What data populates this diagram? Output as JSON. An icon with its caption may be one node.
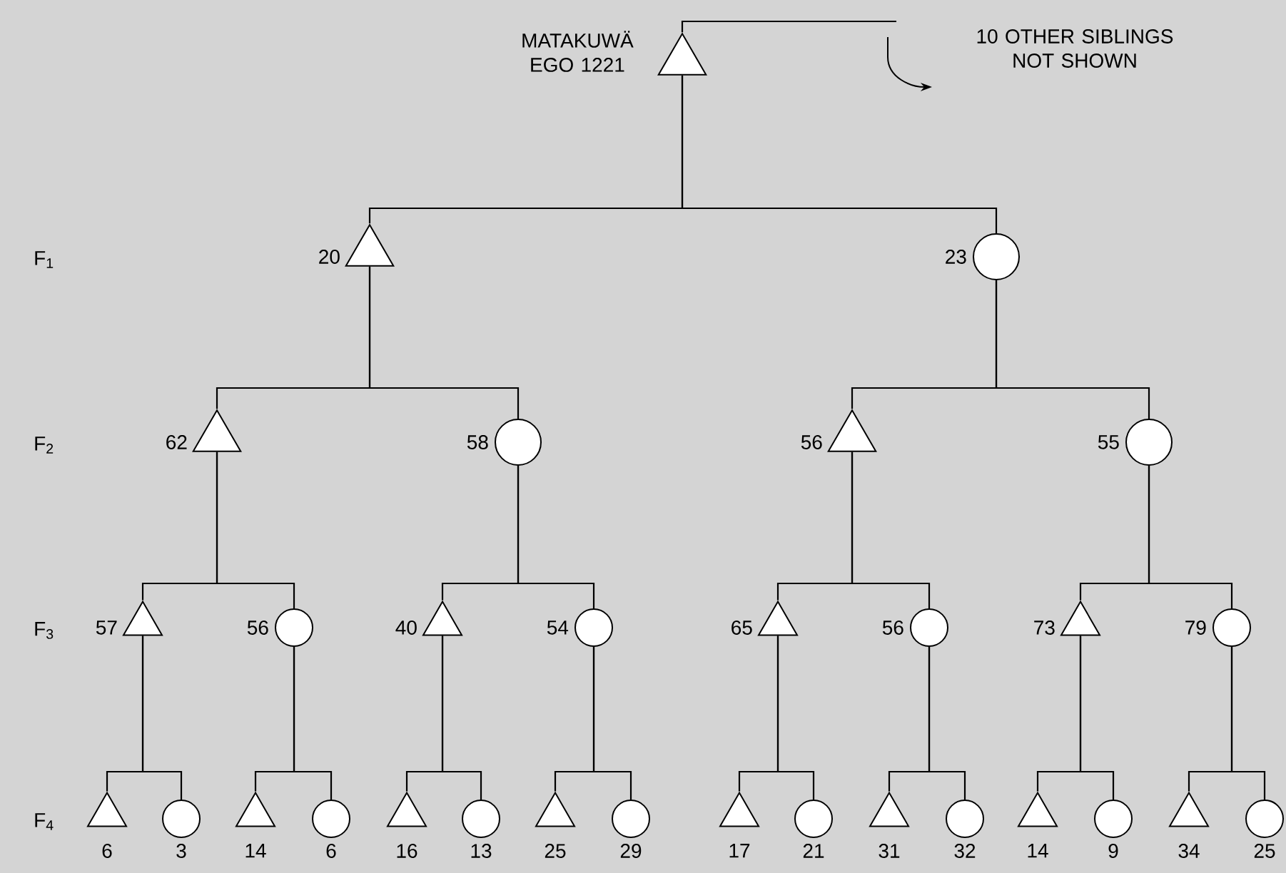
{
  "diagram": {
    "nodes": [
      {
        "text": [],
        "shape": "triangle",
        "beside": [
          "MATAKUWÄ EGO 1221"
        ]
      },
      {
        "text": [],
        "shape": "triangle",
        "beside": [
          "20"
        ]
      },
      {
        "text": [],
        "shape": "circle",
        "beside": [
          "23"
        ]
      },
      {
        "text": [],
        "shape": "triangle",
        "beside": [
          "62"
        ]
      },
      {
        "text": [],
        "shape": "circle",
        "beside": [
          "58"
        ]
      },
      {
        "text": [],
        "shape": "triangle",
        "beside": [
          "56"
        ]
      },
      {
        "text": [],
        "shape": "circle",
        "beside": [
          "55"
        ]
      },
      {
        "text": [],
        "shape": "triangle",
        "beside": [
          "57"
        ]
      },
      {
        "text": [],
        "shape": "circle",
        "beside": [
          "56"
        ]
      },
      {
        "text": [],
        "shape": "triangle",
        "beside": [
          "40"
        ]
      },
      {
        "text": [],
        "shape": "circle",
        "beside": [
          "54"
        ]
      },
      {
        "text": [],
        "shape": "triangle",
        "beside": [
          "65"
        ]
      },
      {
        "text": [],
        "shape": "circle",
        "beside": [
          "56"
        ]
      },
      {
        "text": [],
        "shape": "triangle",
        "beside": [
          "73"
        ]
      },
      {
        "text": [],
        "shape": "circle",
        "beside": [
          "79"
        ]
      },
      {
        "text": [],
        "shape": "triangle",
        "beside": [
          "6"
        ]
      },
      {
        "text": [],
        "shape": "circle",
        "beside": [
          "3"
        ]
      },
      {
        "text": [],
        "shape": "triangle",
        "beside": [
          "14"
        ]
      },
      {
        "text": [],
        "shape": "circle",
        "beside": [
          "6"
        ]
      },
      {
        "text": [],
        "shape": "triangle",
        "beside": [
          "16"
        ]
      },
      {
        "text": [],
        "shape": "circle",
        "beside": [
          "13"
        ]
      },
      {
        "text": [],
        "shape": "triangle",
        "beside": [
          "25"
        ]
      },
      {
        "text": [],
        "shape": "circle",
        "beside": [
          "29"
        ]
      },
      {
        "text": [],
        "shape": "triangle",
        "beside": [
          "17"
        ]
      },
      {
        "text": [],
        "shape": "circle",
        "beside": [
          "21"
        ]
      },
      {
        "text": [],
        "shape": "triangle",
        "beside": [
          "31"
        ]
      },
      {
        "text": [],
        "shape": "circle",
        "beside": [
          "32"
        ]
      },
      {
        "text": [],
        "shape": "triangle",
        "beside": [
          "14"
        ]
      },
      {
        "text": [],
        "shape": "circle",
        "beside": [
          "9"
        ]
      },
      {
        "text": [],
        "shape": "triangle",
        "beside": [
          "34"
        ]
      },
      {
        "text": [],
        "shape": "circle",
        "beside": [
          "25"
        ]
      }
    ],
    "edges": [
      {
        "from": 0,
        "to": null,
        "arrow": "none"
      },
      {
        "from": 0,
        "to": 1,
        "arrow": "none"
      },
      {
        "from": 0,
        "to": 2,
        "arrow": "none"
      },
      {
        "from": 1,
        "to": 3,
        "arrow": "none"
      },
      {
        "from": 1,
        "to": 4,
        "arrow": "none"
      },
      {
        "from": 2,
        "to": 5,
        "arrow": "none"
      },
      {
        "from": 2,
        "to": 6,
        "arrow": "none"
      },
      {
        "from": 3,
        "to": 7,
        "arrow": "none"
      },
      {
        "from": 3,
        "to": 8,
        "arrow": "none"
      },
      {
        "from": 4,
        "to": 9,
        "arrow": "none"
      },
      {
        "from": 4,
        "to": 10,
        "arrow": "none"
      },
      {
        "from": 5,
        "to": 11,
        "arrow": "none"
      },
      {
        "from": 5,
        "to": 12,
        "arrow": "none"
      },
      {
        "from": 6,
        "to": 13,
        "arrow": "none"
      },
      {
        "from": 6,
        "to": 14,
        "arrow": "none"
      },
      {
        "from": 7,
        "to": 15,
        "arrow": "none"
      },
      {
        "from": 7,
        "to": 16,
        "arrow": "none"
      },
      {
        "from": 8,
        "to": 17,
        "arrow": "none"
      },
      {
        "from": 8,
        "to": 18,
        "arrow": "none"
      },
      {
        "from": 9,
        "to": 19,
        "arrow": "none"
      },
      {
        "from": 9,
        "to": 20,
        "arrow": "none"
      },
      {
        "from": 10,
        "to": 21,
        "arrow": "none"
      },
      {
        "from": 10,
        "to": 22,
        "arrow": "none"
      },
      {
        "from": 11,
        "to": 23,
        "arrow": "none"
      },
      {
        "from": 11,
        "to": 24,
        "arrow": "none"
      },
      {
        "from": 12,
        "to": 25,
        "arrow": "none"
      },
      {
        "from": 12,
        "to": 26,
        "arrow": "none"
      },
      {
        "from": 13,
        "to": 27,
        "arrow": "none"
      },
      {
        "from": 13,
        "to": 28,
        "arrow": "none"
      },
      {
        "from": 14,
        "to": 29,
        "arrow": "none"
      },
      {
        "from": 14,
        "to": 30,
        "arrow": "none"
      }
    ],
    "labels": [
      "10 OTHER SIBLINGS NOT SHOWN",
      "F$_{1}$",
      "F$_{2}$",
      "F$_{3}$",
      "F$_{4}$"
    ]
  }
}
